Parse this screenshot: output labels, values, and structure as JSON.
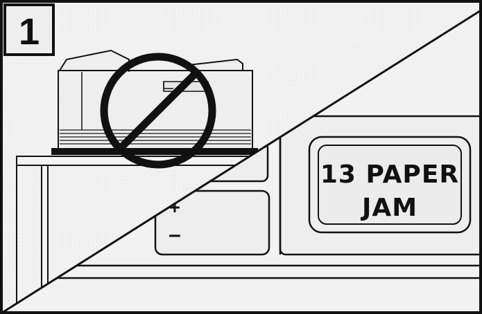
{
  "figure": {
    "step_number": "1",
    "display": {
      "line1": "13 PAPER",
      "line2": "JAM"
    },
    "buttons": {
      "plus": "+",
      "minus": "–"
    }
  },
  "colors": {
    "ink": "#111111",
    "panel_fill": "#eeeeee",
    "background": "#f2f2f2",
    "prohibition": "#111111"
  },
  "icons": {
    "prohibition": "no-symbol-icon",
    "printer": "printer-icon"
  }
}
